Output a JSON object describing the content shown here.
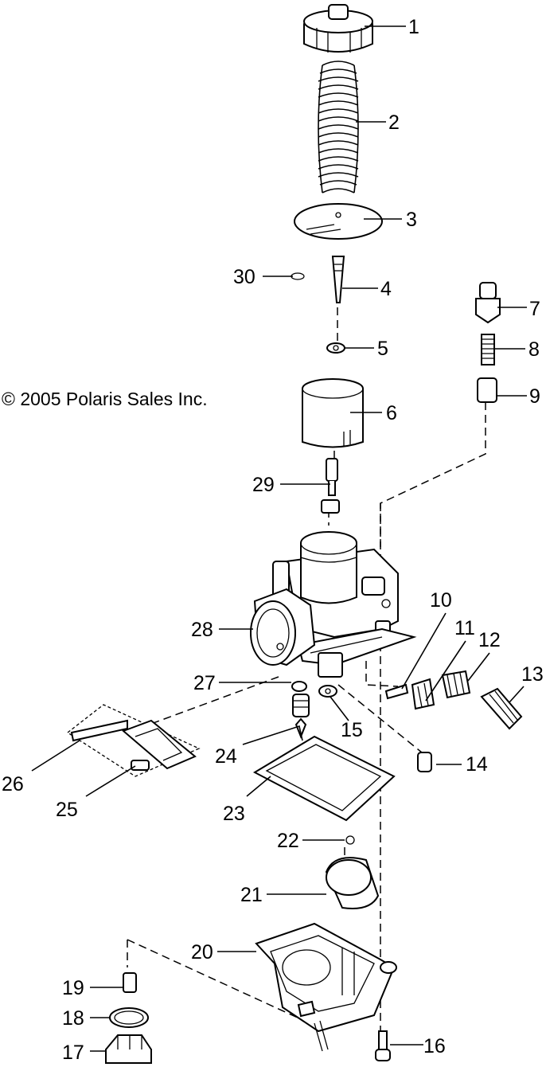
{
  "copyright": "© 2005 Polaris Sales Inc.",
  "callouts": [
    "1",
    "2",
    "3",
    "4",
    "5",
    "6",
    "7",
    "8",
    "9",
    "10",
    "11",
    "12",
    "13",
    "14",
    "15",
    "16",
    "17",
    "18",
    "19",
    "20",
    "21",
    "22",
    "23",
    "24",
    "25",
    "26",
    "27",
    "28",
    "29",
    "30"
  ]
}
